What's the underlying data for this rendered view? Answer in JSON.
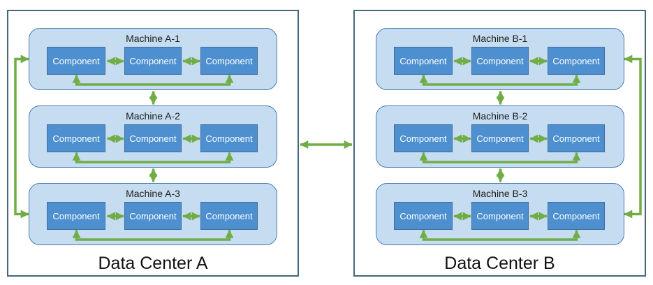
{
  "diagram": {
    "data_centers": [
      {
        "label": "Data Center A",
        "machines": [
          {
            "label": "Machine A-1",
            "components": [
              "Component",
              "Component",
              "Component"
            ]
          },
          {
            "label": "Machine A-2",
            "components": [
              "Component",
              "Component",
              "Component"
            ]
          },
          {
            "label": "Machine A-3",
            "components": [
              "Component",
              "Component",
              "Component"
            ]
          }
        ]
      },
      {
        "label": "Data Center B",
        "machines": [
          {
            "label": "Machine B-1",
            "components": [
              "Component",
              "Component",
              "Component"
            ]
          },
          {
            "label": "Machine B-2",
            "components": [
              "Component",
              "Component",
              "Component"
            ]
          },
          {
            "label": "Machine B-3",
            "components": [
              "Component",
              "Component",
              "Component"
            ]
          }
        ]
      }
    ],
    "connections": [
      "adjacent components within each machine: bidirectional arrow",
      "first and last component within each machine: bidirectional loop arrow below components",
      "adjacent machines within each data center: bidirectional vertical arrow",
      "machine 1 and machine 3 linked by side connector with arrows into both (left side of Data Center A, right side of Data Center B)",
      "Data Center A and Data Center B: bidirectional horizontal arrow"
    ],
    "colors": {
      "arrow": "#70ad47",
      "component_fill": "#4e90cf",
      "component_border": "#3a6d9e",
      "machine_fill": "#c6ddf1",
      "machine_border": "#4a7aad",
      "datacenter_border": "#45687e",
      "component_text": "#ffffff",
      "label_text": "#1c1c1c"
    }
  }
}
